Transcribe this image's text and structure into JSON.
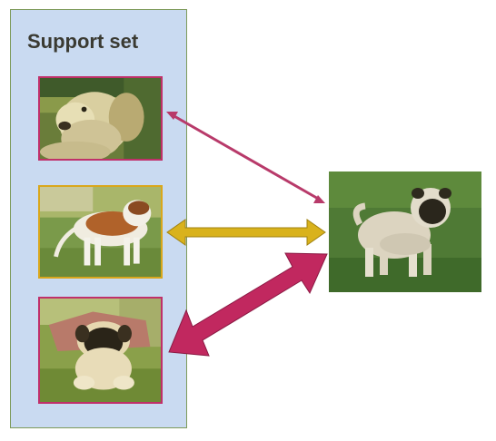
{
  "support_panel": {
    "title": "Support set"
  },
  "support_images": [
    {
      "subject": "labrador",
      "border_color": "#c0306a"
    },
    {
      "subject": "saint-bernard",
      "border_color": "#d9a71c"
    },
    {
      "subject": "pug-puppy",
      "border_color": "#c0306a"
    }
  ],
  "query_image": {
    "subject": "pug"
  },
  "arrows": [
    {
      "color": "#b83a6a",
      "target": "labrador",
      "weight": "thin"
    },
    {
      "color": "#d9b21c",
      "target": "saint-bernard",
      "weight": "medium"
    },
    {
      "color": "#c1285f",
      "target": "pug-puppy",
      "weight": "thick"
    }
  ]
}
